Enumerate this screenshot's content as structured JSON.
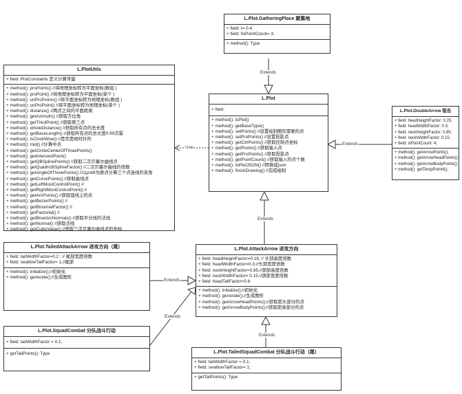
{
  "classes": {
    "gathering": {
      "title": "L.Plot.GatheringPlace 聚集地",
      "fields": [
        "+ field: t= 0.4;",
        "+ field: fixPointCount= 3;"
      ],
      "methods": [
        "+ method(): Type"
      ]
    },
    "plotutils": {
      "title": "L.PlotUtils",
      "fields": [
        "+ field: PlotConstants 定义计算常量"
      ],
      "methods": [
        "+ method(): proPoints() //将地理坐标转为平面坐标(数组 )",
        "+ method(): proPoint() //将地理坐标转为平面坐标(单个 )",
        "+ method(): unProPoints() //将平面坐标转为地理坐标(数组 )",
        "+ method(): unProPoint() //将平面坐标转为地理坐标(单个 )",
        "+ method(): distance() //两点之间的平面距离",
        "+ method(): getAzimuth() //获取方位角",
        "+ method(): getThirdPoint() //获取第三点",
        "+ method(): wholeDistance() //获取所有点的总长度",
        "+ method(): getBaseLength() //获取所有点的总长度0.99次幂",
        "+ method(): isClockWise() //是否是顺时针的",
        "+ method(): mid() //计算中点",
        "+ method(): getCircleCenterOfThreePoints()",
        "+ method(): getIntersectPoint()",
        "+ method(): getQBSplinePoints() //获取二次贝塞尔曲线点",
        "+ method(): getQuadricBSplineFactor() //二次贝塞尔曲线的倍数",
        "+ method(): getAngleOfThreePoints() //以pnt8为原点计算三个点连线的夹角",
        "+ method(): getCurvePoints() //获取曲线点",
        "+ method(): getLeftMostControlPoint() //",
        "+ method(): getRightMostControlPoint() //",
        "+ method(): getArcPoints() //获取弧线上的点",
        "+ method(): getBezierPoints() //",
        "+ method(): getBinomialFactor() //",
        "+ method(): getFactorial() //",
        "+ method(): getBisectorNormals() //获取平分线的法线",
        "+ method(): getNormal() //获取法线",
        "+ method(): getCubicValue() //获取三次贝塞尔曲线点的坐标"
      ]
    },
    "plot": {
      "title": "L.Plot",
      "fields": [
        "+ field:"
      ],
      "methods": [
        "+ method(): isPlot()",
        "+ method(): getBaseType()",
        "+ method(): setPoints() //设置绘制图形需要的点",
        "+ method(): setProPoints() //设置投影点",
        "+ method(): getCtrlPoints() //获取控制点坐标",
        "+ method(): getPoints() //获取输入点",
        "+ method(): getProPoints() //获取投影点",
        "+ method(): getPointCount() //获取输入的点个数",
        "+ method(): toPlotJSON() //转换成json",
        "+ method(): finishDrawing() //完成绘制"
      ]
    },
    "doublearrow": {
      "title": "L.Plot.DoubleArrow 钳击",
      "fields": [
        "+ field: headHeightFactor: 0.25;",
        "+ field: headWidthFactor: 0.3;",
        "+ field: neckHeightFactor: 0.85;",
        "+ field: neckWidthFactor: 0.15;",
        "+ field: ixPointCount: 4;"
      ],
      "methods": [
        "+ method(): getArrowPoints();",
        "+ method(): getArrowHeadPoints();",
        "+ method(): getArrowBodyPoints();",
        "+ method(): getTempPoint4();"
      ]
    },
    "tailedattack": {
      "title": "L.Plot.TailedAttackArrow 进攻方向（尾）",
      "fields": [
        "+ field: tailWidthFactor=0.2 ; // 尾部宽度倍数",
        "+ field: swallowTailFactor= 1,//尾部"
      ],
      "methods": [
        "+ method(): initialize();//初始化",
        "+ method(): generate();//生成图形"
      ]
    },
    "attack": {
      "title": "L.Plot.AttackArrow 进攻方向",
      "fields": [
        "+ field: headHeightFactor=0.18; // 头部高度倍数",
        "+ field: headWidthFactor=0.3,//头部宽度倍数",
        "+ field: neckHeightFactor=0.85,//颈部高度倍数",
        "+ field: neckWidthFactor= 0.15,//颈部宽度倍数",
        "+ field: headTailFactor=0.8"
      ],
      "methods": [
        "+ method(): initialize();//初始化",
        "+ method(): generate();//生成图形",
        "+ method(): getArrowHeadPoints();//获取箭头部分的点",
        "+ method(): getArrowBodyPoints();//获取箭身部分的点"
      ]
    },
    "squad": {
      "title": "L.Plot.SquadCombat 分队战斗行动",
      "fields": [
        "+ field: tailWidthFactor = 0.1;"
      ],
      "methods": [
        "+ getTailPoints(): Type"
      ]
    },
    "tailedsquad": {
      "title": "L.Plot.TailedSquadCombat 分队战斗行动（尾）",
      "fields": [
        "+ field: tailWidthFactor = 0.1;",
        "+ field: swallowTailFactor= 1;"
      ],
      "methods": [
        "+ getTailPoints(): Type"
      ]
    }
  },
  "relations": {
    "extends_label": "Extends",
    "use_label": "Use"
  }
}
